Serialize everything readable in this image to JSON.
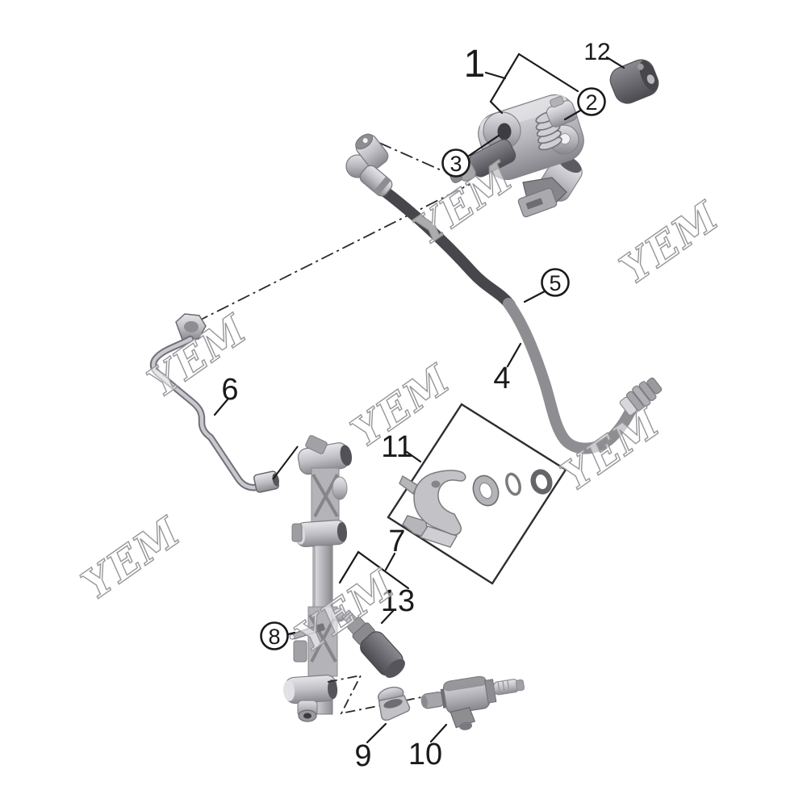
{
  "diagram_type": "exploded-parts-diagram",
  "watermark": {
    "text": "YEM",
    "fill": "#ffffff",
    "outline": "#97979b",
    "count": 7
  },
  "colors": {
    "background": "#ffffff",
    "callout_text": "#1a1a1a",
    "callout_highlight": "#d42020",
    "leader_line": "#1a1a1a",
    "assembly_line": "#2a2a2a",
    "hose_dark": "#47474b",
    "hose_light": "#8e8e92",
    "metal_light": "#d8d8dc",
    "metal_dark": "#55555a"
  },
  "callouts": {
    "c1": {
      "label": "1",
      "style": "plain-red",
      "color": "#d42020"
    },
    "c2": {
      "label": "2",
      "style": "circled"
    },
    "c3": {
      "label": "3",
      "style": "circled"
    },
    "c4": {
      "label": "4",
      "style": "plain"
    },
    "c5": {
      "label": "5",
      "style": "circled"
    },
    "c6": {
      "label": "6",
      "style": "plain"
    },
    "c7": {
      "label": "7",
      "style": "plain-bracket"
    },
    "c8": {
      "label": "8",
      "style": "circled"
    },
    "c9": {
      "label": "9",
      "style": "plain"
    },
    "c10": {
      "label": "10",
      "style": "plain"
    },
    "c11": {
      "label": "11",
      "style": "plain"
    },
    "c12": {
      "label": "12",
      "style": "plain"
    },
    "c13": {
      "label": "13",
      "style": "plain"
    }
  }
}
